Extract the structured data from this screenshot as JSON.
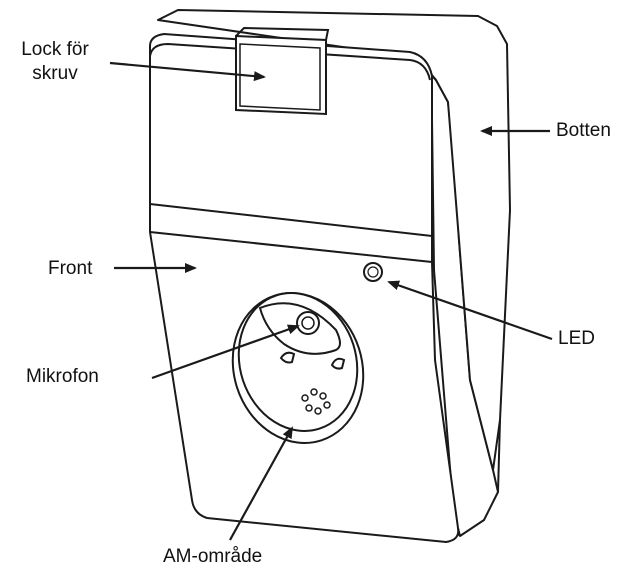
{
  "labels": {
    "lock_line1": "Lock för",
    "lock_line2": "skruv",
    "botten": "Botten",
    "front": "Front",
    "led": "LED",
    "mikrofon": "Mikrofon",
    "am_omrade": "AM-område"
  },
  "colors": {
    "line": "#1a1a1a",
    "background": "#ffffff",
    "device_fill": "#ffffff"
  },
  "icons": {
    "device": "wall-mounted-sensor-unit"
  }
}
